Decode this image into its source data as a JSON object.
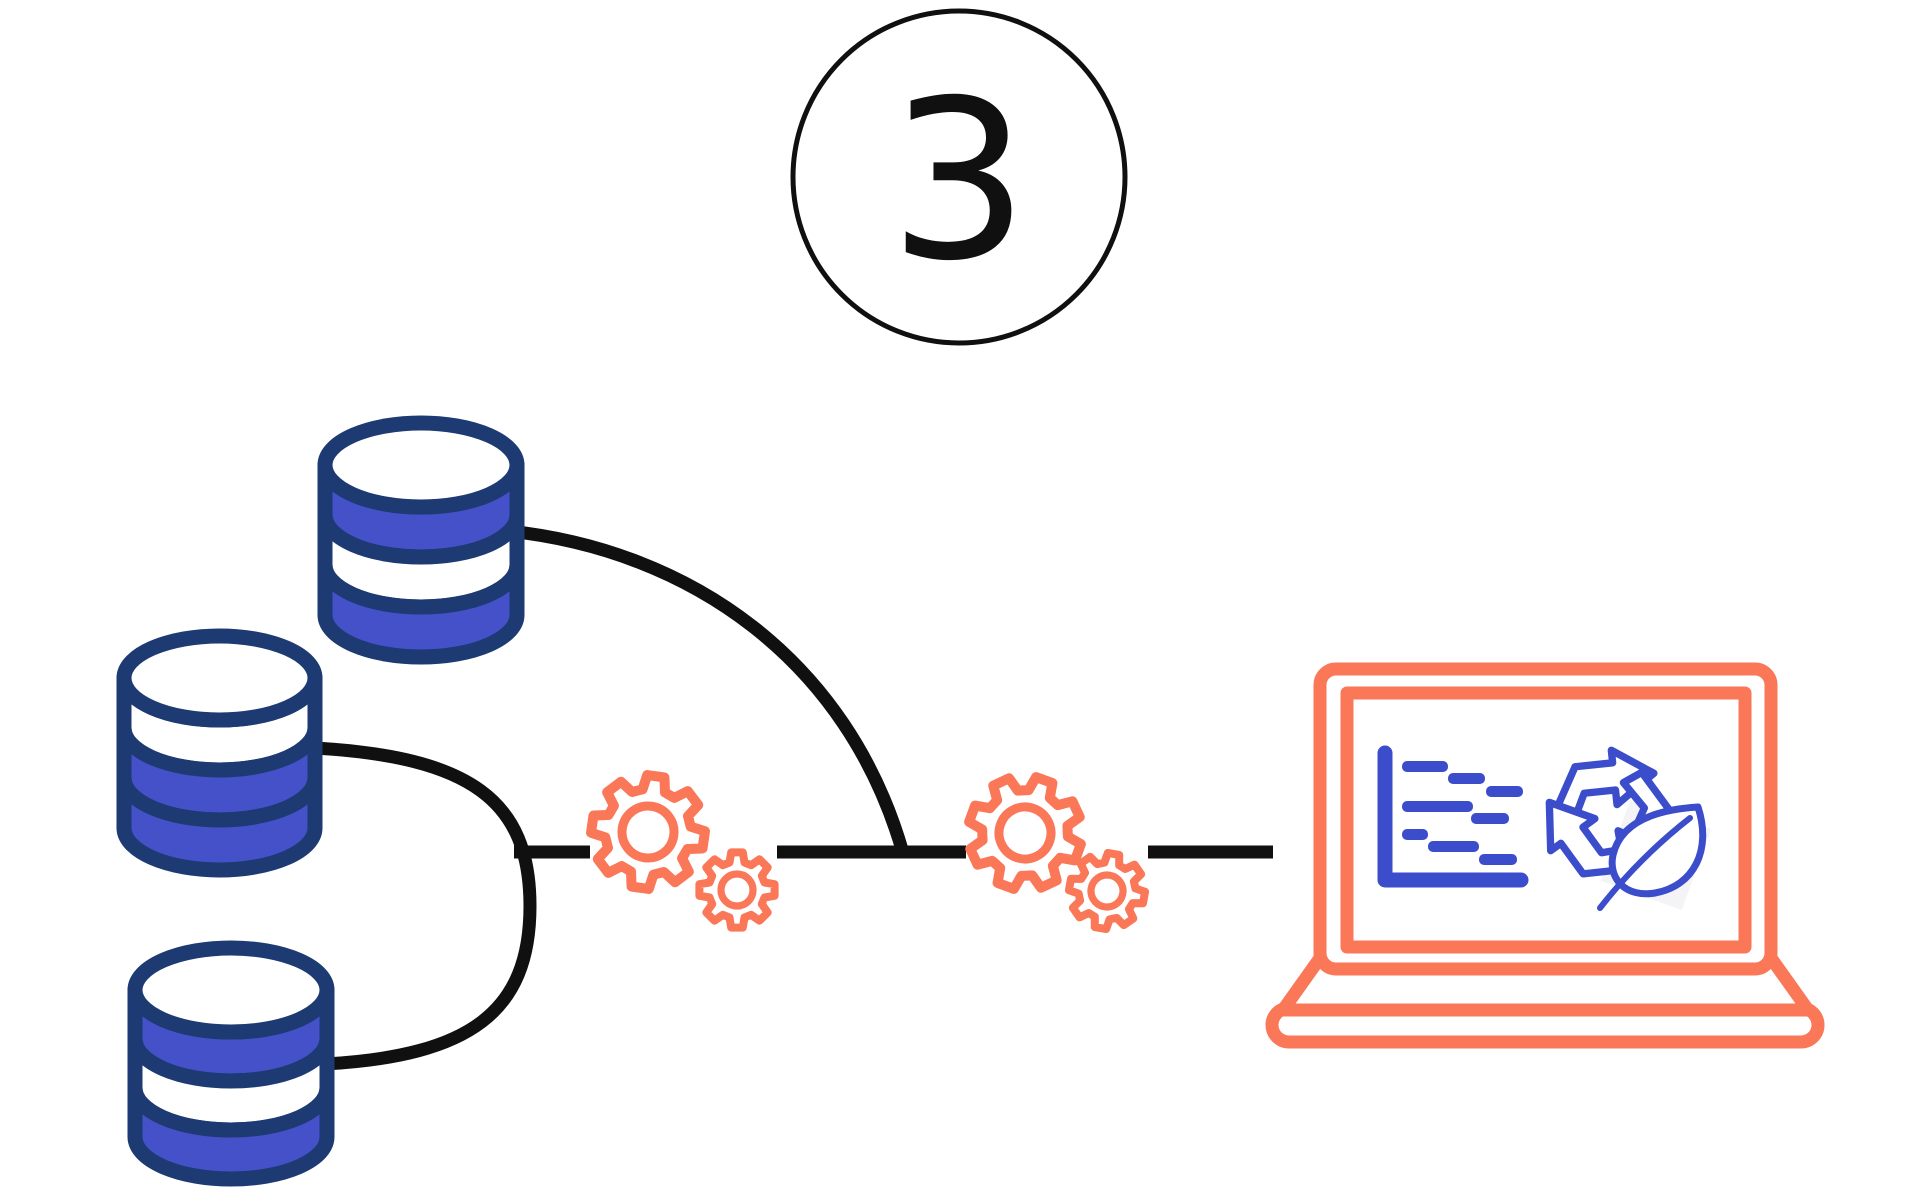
{
  "step": {
    "number": "3"
  },
  "colors": {
    "line_black": "#101010",
    "database_fill_blue": "#4451C8",
    "database_outline_navy": "#1D3A73",
    "accent_coral": "#FA7758",
    "screen_icon_blue": "#3B4DCB",
    "note_gray": "#F4F4F6",
    "background_white": "#FFFFFF"
  },
  "icons": {
    "badge": "step-circle-3",
    "sources": [
      "database-icon",
      "database-icon",
      "database-icon"
    ],
    "processing": [
      "gear-pair-icon",
      "gear-pair-icon"
    ],
    "output": "laptop-icon",
    "screen_content": [
      "gantt-chart-icon",
      "recycle-icon",
      "leaf-icon",
      "note-square"
    ]
  }
}
